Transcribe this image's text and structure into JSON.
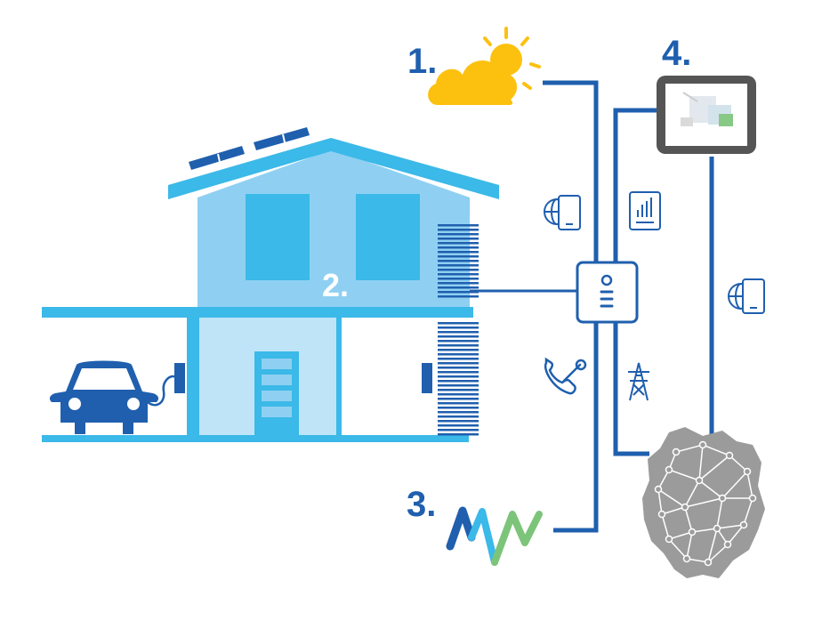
{
  "steps": {
    "weather": "1.",
    "house": "2.",
    "grid_operator": "3.",
    "monitor": "4."
  },
  "icons": {
    "weather": "sun-cloud-icon",
    "web_tablet": "globe-tablet-icon",
    "data_tablet": "bar-chart-tablet-icon",
    "service": "phone-wrench-icon",
    "power": "power-pylon-icon",
    "gateway": "smart-meter-gateway-icon",
    "car": "electric-car-icon",
    "logo": "mvv-logo",
    "map": "germany-network-map"
  },
  "colors": {
    "line": "#1f5fae",
    "sun": "#fcc10f",
    "house_light": "#8fd0f2",
    "house_mid": "#bfe4f7",
    "house_accent": "#3bb9e8",
    "car": "#1f5fae",
    "map": "#9b9b9b",
    "tablet": "#555555"
  }
}
